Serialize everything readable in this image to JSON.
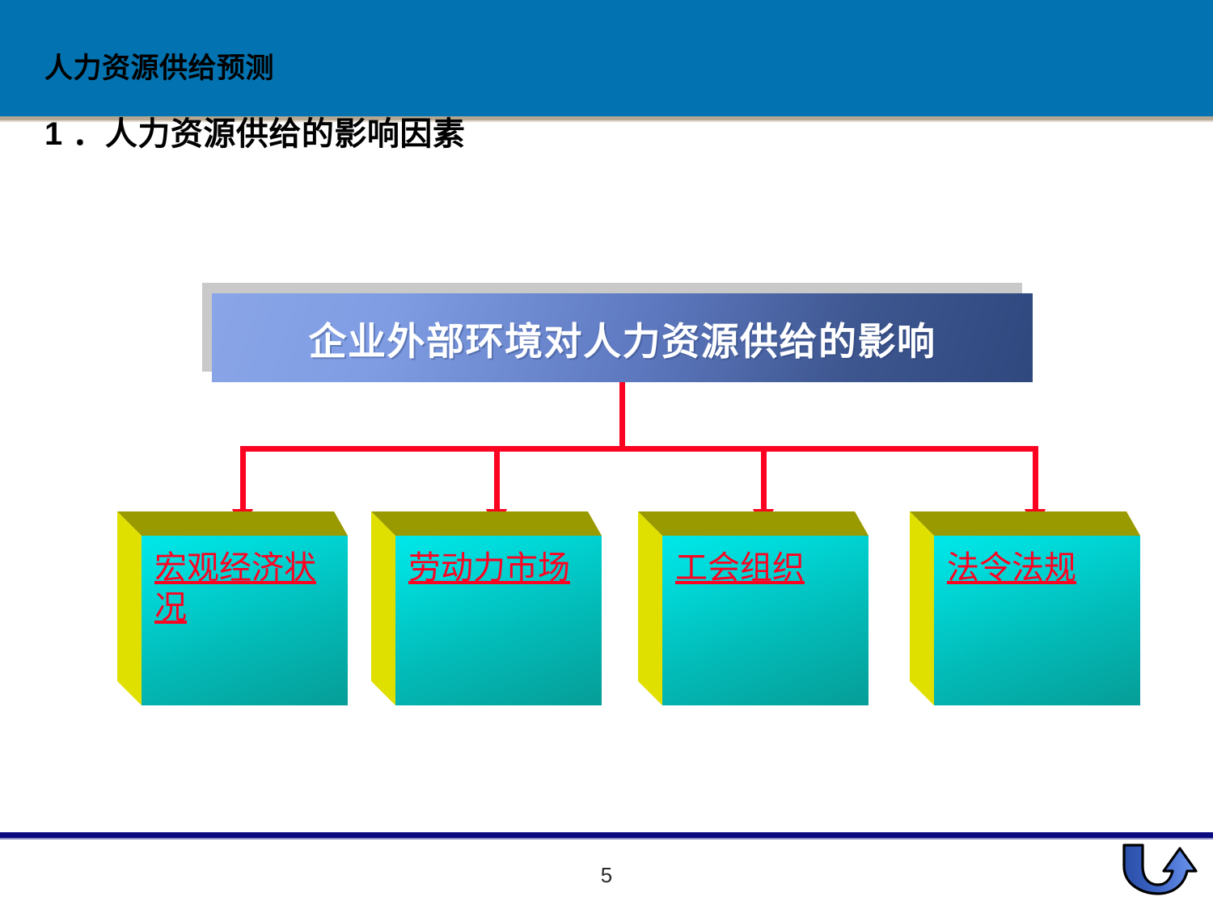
{
  "slide": {
    "page_number": "5",
    "header": {
      "line1": "人力资源供给预测",
      "line2": "1 ．人力资源供给的影响因素",
      "background_color": "#0273b0",
      "text_color": "#000000"
    },
    "diagram": {
      "title_box": {
        "text": "企业外部环境对人力资源供给的影响",
        "gradient_from": "#8aa6e8",
        "gradient_to": "#2f487e",
        "text_color": "#ffffff",
        "shadow_color": "#c9c9c9"
      },
      "connector_color": "#fc0322",
      "nodes": [
        {
          "label": "宏观经济状况",
          "front_color": "#00dada",
          "side_color": "#e0e000",
          "top_color": "#999900",
          "text_color": "#fc0322"
        },
        {
          "label": "劳动力市场",
          "front_color": "#00dada",
          "side_color": "#e0e000",
          "top_color": "#999900",
          "text_color": "#fc0322"
        },
        {
          "label": "工会组织",
          "front_color": "#00dada",
          "side_color": "#e0e000",
          "top_color": "#999900",
          "text_color": "#fc0322"
        },
        {
          "label": "法令法规",
          "front_color": "#00dada",
          "side_color": "#e0e000",
          "top_color": "#999900",
          "text_color": "#fc0322"
        }
      ]
    },
    "footer": {
      "rule_color": "#0c0c80",
      "logo_icon": "u-turn-arrow-icon"
    }
  }
}
